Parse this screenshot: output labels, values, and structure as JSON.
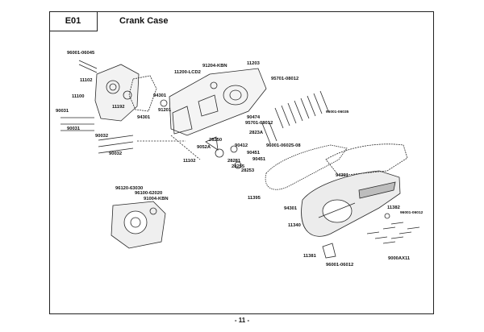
{
  "header": {
    "section_code": "E01",
    "title": "Crank Case"
  },
  "parts": [
    "96001-06045",
    "11102",
    "11100",
    "90031",
    "90031",
    "11192",
    "94301",
    "91201",
    "94301",
    "11200-LCD2",
    "91204-KBN",
    "11203",
    "95701-08012",
    "90474",
    "95701-08012",
    "96001-06035",
    "90032",
    "90032",
    "28250",
    "9052A",
    "11102",
    "2823A",
    "90412",
    "90451",
    "28281",
    "28255",
    "90451",
    "28253",
    "96001-06025-08",
    "94301",
    "11395",
    "96120-63030",
    "96100-62020",
    "91004-KBN",
    "94301",
    "11340",
    "11382",
    "96001-06012",
    "11381",
    "96001-06012",
    "9000AX11"
  ],
  "footer": {
    "page": "- 11 -"
  },
  "colors": {
    "line": "#2a2a2a",
    "fill": "#ffffff",
    "shade": "#bdbdbd",
    "dark": "#555555"
  }
}
